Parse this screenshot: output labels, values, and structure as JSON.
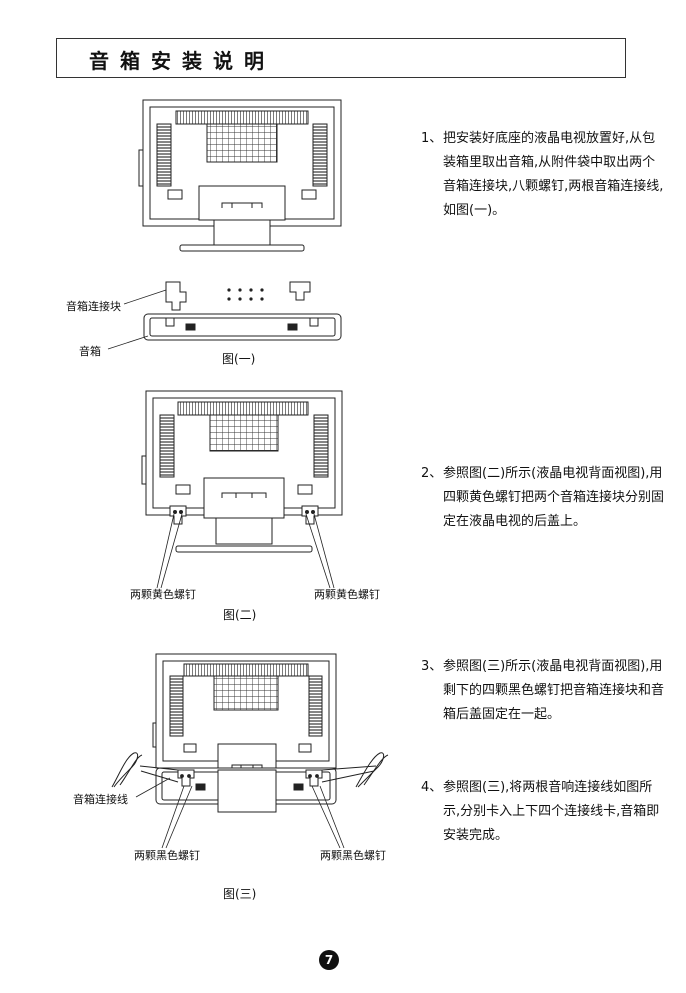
{
  "page": {
    "title": "音箱安装说明",
    "page_number": "7"
  },
  "steps": [
    {
      "num": "1、",
      "text": "把安装好底座的液晶电视放置好,从包装箱里取出音箱,从附件袋中取出两个音箱连接块,八颗螺钉,两根音箱连接线,如图(一)。"
    },
    {
      "num": "2、",
      "text": "参照图(二)所示(液晶电视背面视图),用四颗黄色螺钉把两个音箱连接块分别固定在液晶电视的后盖上。"
    },
    {
      "num": "3、",
      "text": "参照图(三)所示(液晶电视背面视图),用剩下的四颗黑色螺钉把音箱连接块和音箱后盖固定在一起。"
    },
    {
      "num": "4、",
      "text": "参照图(三),将两根音响连接线如图所示,分别卡入上下四个连接线卡,音箱即安装完成。"
    }
  ],
  "figure1": {
    "caption": "图(一)",
    "label_block": "音箱连接块",
    "label_speaker": "音箱"
  },
  "figure2": {
    "caption": "图(二)",
    "label_left": "两颗黄色螺钉",
    "label_right": "两颗黄色螺钉"
  },
  "figure3": {
    "caption": "图(三)",
    "label_cable": "音箱连接线",
    "label_left": "两颗黑色螺钉",
    "label_right": "两颗黑色螺钉"
  }
}
